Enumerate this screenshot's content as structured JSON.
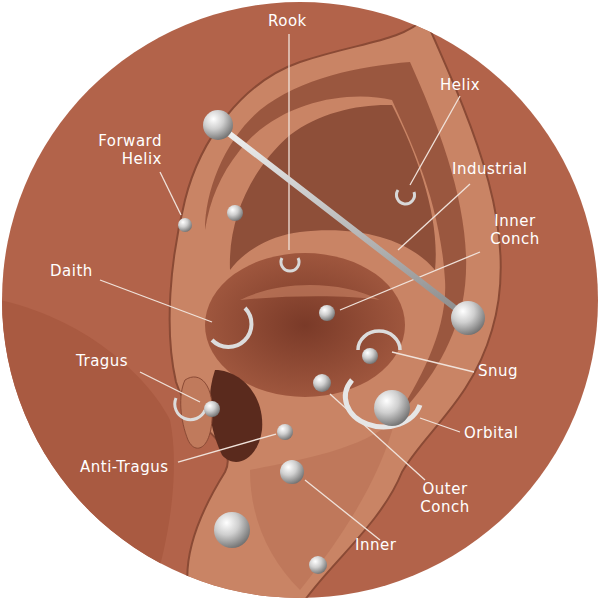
{
  "diagram": {
    "labels": [
      "Rook",
      "Helix",
      "Forward Helix",
      "Industrial",
      "Daith",
      "Inner Conch",
      "Tragus",
      "Snug",
      "Orbital",
      "Anti-Tragus",
      "Outer Conch",
      "Inner"
    ]
  }
}
